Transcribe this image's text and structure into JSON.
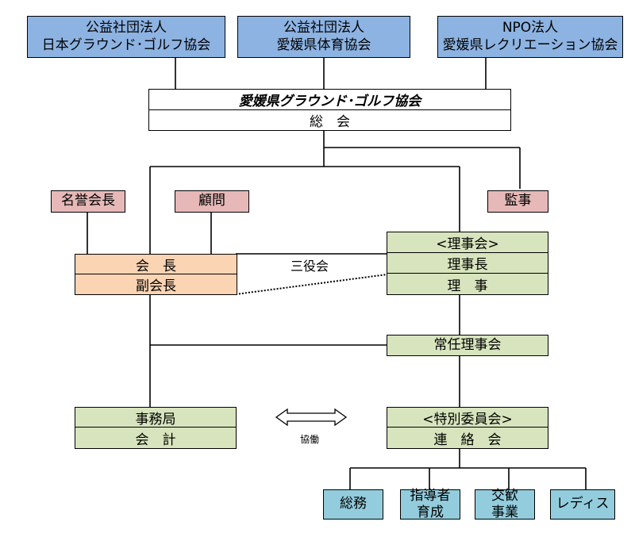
{
  "top_orgs": [
    {
      "line1": "公益社団法人",
      "line2": "日本グラウンド･ゴルフ協会"
    },
    {
      "line1": "公益社団法人",
      "line2": "愛媛県体育協会"
    },
    {
      "line1": "NPO法人",
      "line2": "愛媛県レクリエーション協会"
    }
  ],
  "association": {
    "name": "愛媛県グラウンド･ゴルフ協会",
    "general_meeting": "総　会"
  },
  "honorary_president": "名誉会長",
  "advisor": "顧問",
  "auditor": "監事",
  "president": "会　長",
  "vice_president": "副会長",
  "three_officers": "三役会",
  "board": {
    "header": "<理事会>",
    "chair": "理事長",
    "director": "理　事"
  },
  "standing_board": "常任理事会",
  "secretariat": {
    "office": "事務局",
    "accounting": "会　計"
  },
  "collaboration": "協働",
  "special_committees": {
    "header": "<特別委員会>",
    "liaison": "連　絡　会"
  },
  "subcommittees": [
    {
      "line1": "総務",
      "line2": ""
    },
    {
      "line1": "指導者",
      "line2": "育成"
    },
    {
      "line1": "交歓",
      "line2": "事業"
    },
    {
      "line1": "レディス",
      "line2": ""
    }
  ],
  "colors": {
    "top_orgs": "#8db3e2",
    "honorary": "#e6b9b8",
    "officers": "#fbd4b4",
    "board": "#d7e4bd",
    "subcommittees": "#93cddd"
  }
}
